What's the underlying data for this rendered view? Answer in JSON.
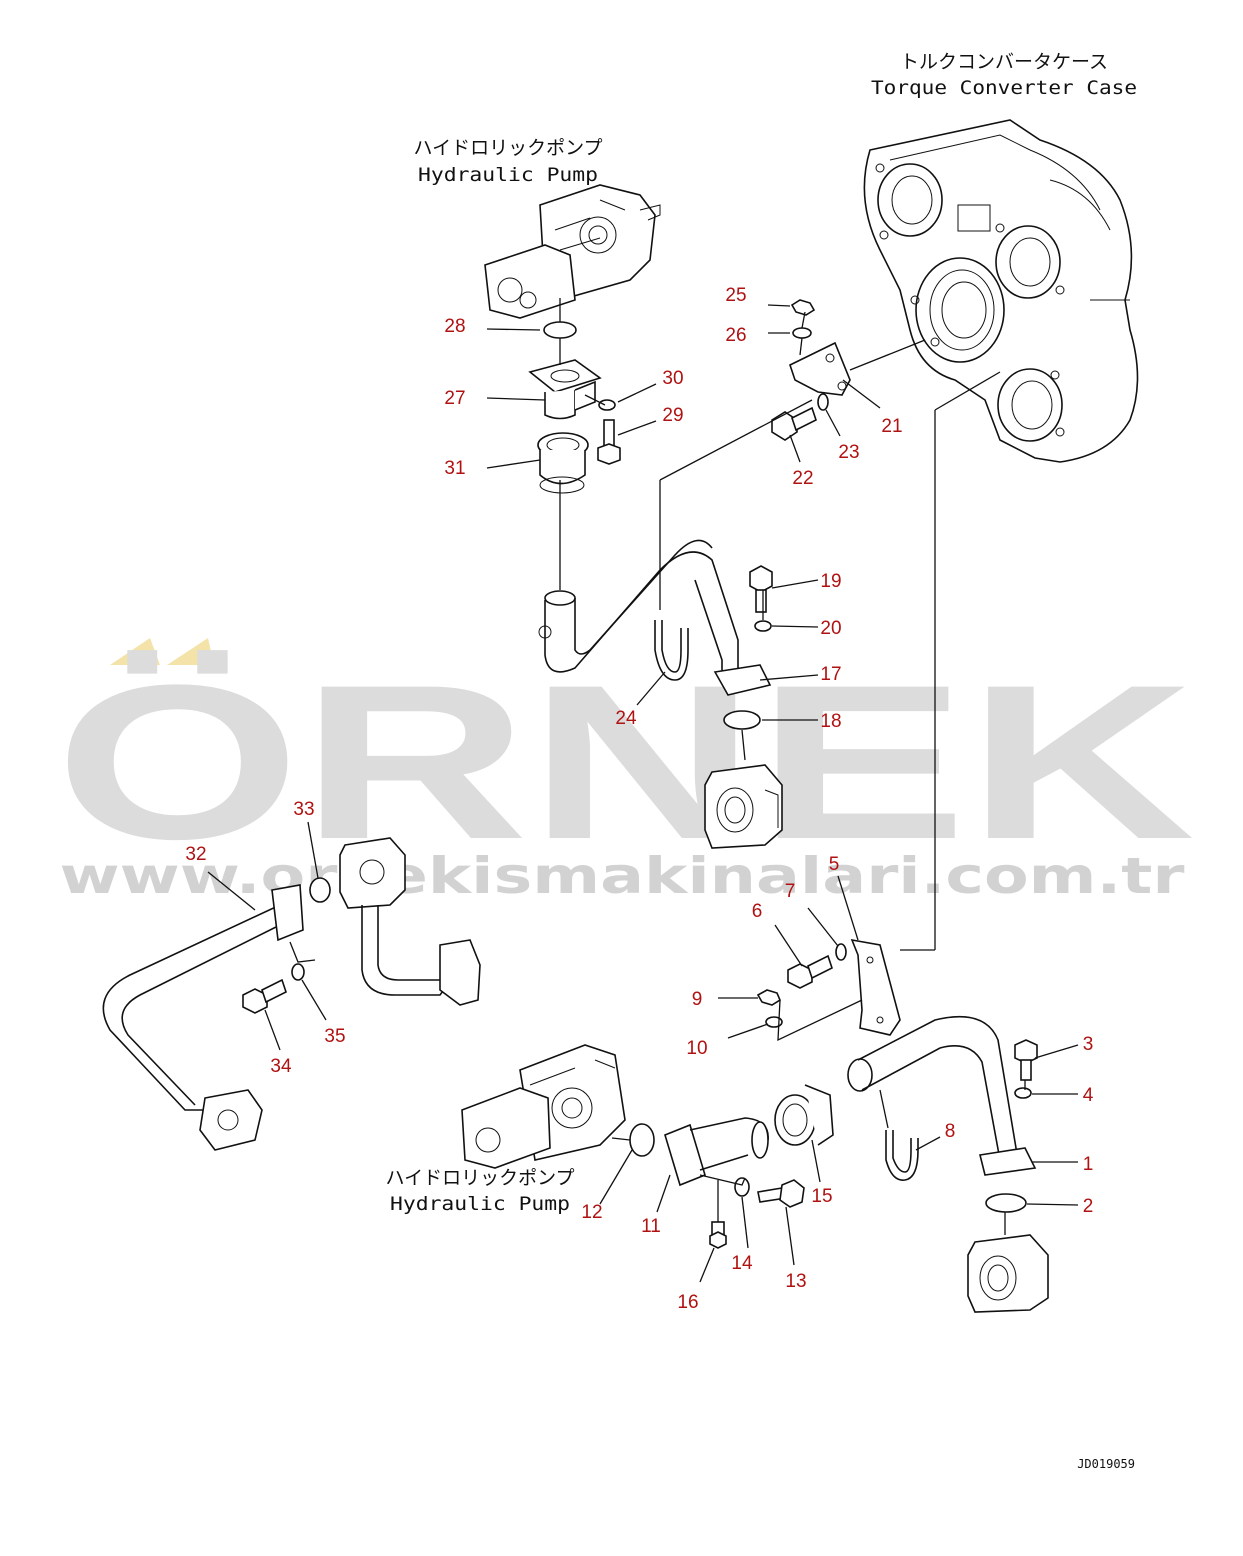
{
  "watermark": {
    "brand": "ÖRNEK",
    "url": "www.ornekismakinalari.com.tr",
    "accent_color": "#f3e3a8",
    "text_color": "#dcdcdc"
  },
  "captions": {
    "torque_converter_jp": "トルクコンバータケース",
    "torque_converter_en": "Torque Converter Case",
    "hydraulic_pump_top_jp": "ハイドロリックポンプ",
    "hydraulic_pump_top_en": "Hydraulic Pump",
    "hydraulic_pump_bottom_jp": "ハイドロリックポンプ",
    "hydraulic_pump_bottom_en": "Hydraulic Pump"
  },
  "drawing_code": "JD019059",
  "label_color": "#b01212",
  "part_numbers": [
    "1",
    "2",
    "3",
    "4",
    "5",
    "6",
    "7",
    "8",
    "9",
    "10",
    "11",
    "12",
    "13",
    "14",
    "15",
    "16",
    "17",
    "18",
    "19",
    "20",
    "21",
    "22",
    "23",
    "24",
    "25",
    "26",
    "27",
    "28",
    "29",
    "30",
    "31",
    "32",
    "33",
    "34",
    "35"
  ]
}
